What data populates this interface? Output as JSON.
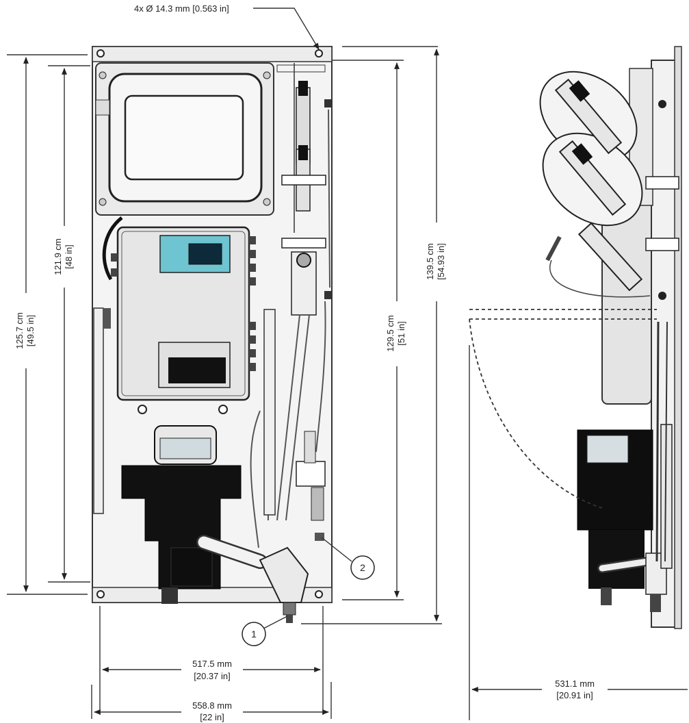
{
  "diagram": {
    "mount_holes": "4x Ø 14.3 mm [0.563 in]",
    "dims": {
      "h_overall_cm": "125.7 cm",
      "h_overall_in": "[49.5 in]",
      "h_panel_cm": "121.9 cm",
      "h_panel_in": "[48 in]",
      "h_mount_cm": "129.5 cm",
      "h_mount_in": "[51 in]",
      "h_total_cm": "139.5 cm",
      "h_total_in": "[54.93 in]",
      "w_inner_mm": "517.5 mm",
      "w_inner_in": "[20.37 in]",
      "w_outer_mm": "558.8 mm",
      "w_outer_in": "[22 in]",
      "side_depth_mm": "531.1 mm",
      "side_depth_in": "[20.91 in]"
    },
    "callouts": [
      {
        "label": "1"
      },
      {
        "label": "2"
      }
    ]
  }
}
